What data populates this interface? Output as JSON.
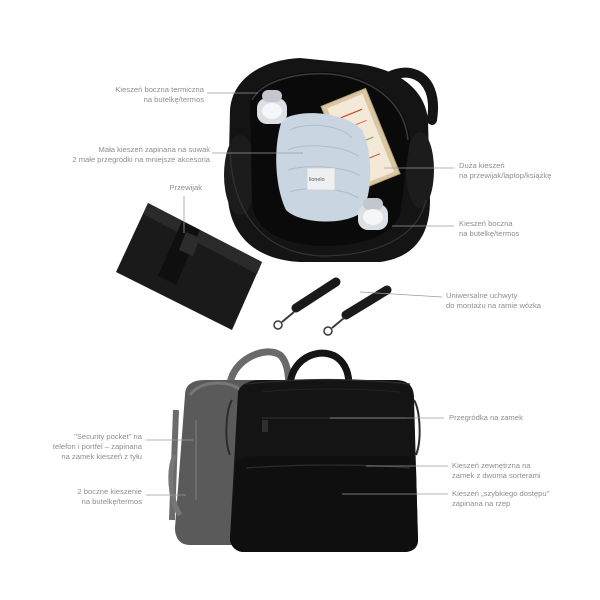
{
  "labels": {
    "thermal_side_pocket": [
      "Kieszeń boczna termiczna",
      "na butelkę/termos"
    ],
    "small_zip_pocket": [
      "Mała kieszeń zapinana na suwak",
      "2 małe przegródki na mniejsze akcesoria"
    ],
    "changing_mat": [
      "Przewijak"
    ],
    "large_pocket": [
      "Duża kieszeń",
      "na przewijak/laptop/książkę"
    ],
    "side_pocket": [
      "Kieszeń boczna",
      "na butelkę/termos"
    ],
    "stroller_straps": [
      "Uniwersalne uchwyty",
      "do montażu na ramie wózka"
    ],
    "zip_compartment": [
      "Przegródka na zamek"
    ],
    "security_pocket": [
      "\"Security pocket\" na",
      "telefon i portfel – zapinana",
      "na zamek kieszeń z tyłu"
    ],
    "side_pockets_two": [
      "2 boczne kieszenie",
      "na butelkę/termos"
    ],
    "outer_pocket": [
      "Kieszeń zewnętrzna na",
      "zamek z dwoma sorterami"
    ],
    "quick_access_pocket": [
      "Kieszeń „szybkiego dostępu”",
      "zapinana na rzep"
    ]
  },
  "brand_tag": "lionelo",
  "colors": {
    "bag": "#141414",
    "label_text": "#8e8e8e",
    "leader_line": "#9a9a9a",
    "insert": "#c9d6e2"
  }
}
